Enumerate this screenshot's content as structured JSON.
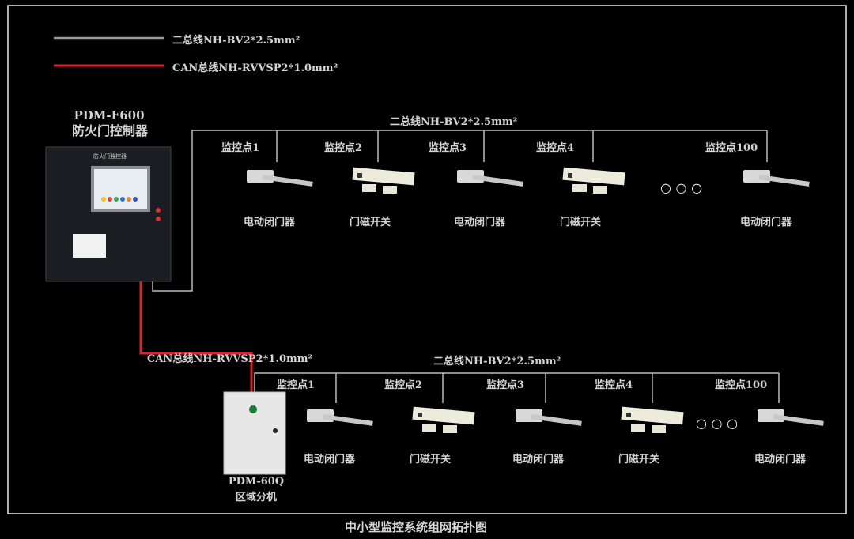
{
  "legend": [
    {
      "label": "二总线NH-BV2*2.5mm²",
      "color": "#9a9a9a"
    },
    {
      "label": "CAN总线NH-RVVSP2*1.0mm²",
      "color": "#e0202a"
    }
  ],
  "controller": {
    "model": "PDM-F600",
    "name": "防火门控制器",
    "panel_title": "防火门监控器"
  },
  "top_bus": {
    "label": "二总线NH-BV2*2.5mm²",
    "points": [
      {
        "label": "监控点1",
        "device": "电动闭门器",
        "type": "closer"
      },
      {
        "label": "监控点2",
        "device": "门磁开关",
        "type": "magnet"
      },
      {
        "label": "监控点3",
        "device": "电动闭门器",
        "type": "closer"
      },
      {
        "label": "监控点4",
        "device": "门磁开关",
        "type": "magnet"
      },
      {
        "label": "监控点100",
        "device": "电动闭门器",
        "type": "closer"
      }
    ]
  },
  "can_label": "CAN总线NH-RVVSP2*1.0mm²",
  "sub_unit": {
    "model": "PDM-60Q",
    "name": "区域分机"
  },
  "bottom_bus": {
    "label": "二总线NH-BV2*2.5mm²",
    "points": [
      {
        "label": "监控点1",
        "device": "电动闭门器",
        "type": "closer"
      },
      {
        "label": "监控点2",
        "device": "门磁开关",
        "type": "magnet"
      },
      {
        "label": "监控点3",
        "device": "电动闭门器",
        "type": "closer"
      },
      {
        "label": "监控点4",
        "device": "门磁开关",
        "type": "magnet"
      },
      {
        "label": "监控点100",
        "device": "电动闭门器",
        "type": "closer"
      }
    ]
  },
  "ellipsis": "○ ○ ○",
  "caption": "中小型监控系统组网拓扑图",
  "colors": {
    "background": "#000000",
    "bus": "#9a9a9a",
    "can": "#e0202a",
    "frame": "#e8e8e8"
  }
}
